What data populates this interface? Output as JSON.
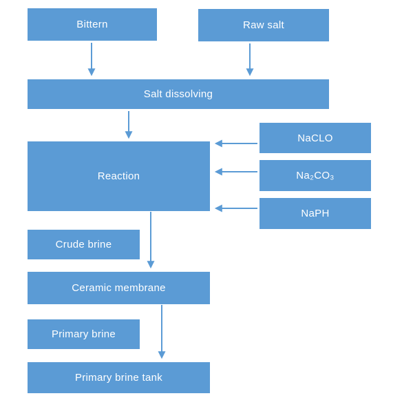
{
  "diagram": {
    "type": "flowchart",
    "colors": {
      "box_fill": "#5b9bd5",
      "arrow": "#5b9bd5",
      "text": "#ffffff",
      "background": "#ffffff"
    },
    "nodes": {
      "bittern": {
        "label": "Bittern"
      },
      "raw_salt": {
        "label": "Raw salt"
      },
      "salt_dissolving": {
        "label": "Salt dissolving"
      },
      "reaction": {
        "label": "Reaction"
      },
      "naclo": {
        "label": "NaCLO"
      },
      "na2co3": {
        "label": "Na₂CO₃"
      },
      "naph": {
        "label": "NaPH"
      },
      "crude_brine": {
        "label": "Crude brine"
      },
      "ceramic_membrane": {
        "label": "Ceramic membrane"
      },
      "primary_brine": {
        "label": "Primary brine"
      },
      "primary_brine_tank": {
        "label": "Primary brine tank"
      }
    },
    "edges": [
      {
        "from": "Bittern",
        "to": "Salt dissolving"
      },
      {
        "from": "Raw salt",
        "to": "Salt dissolving"
      },
      {
        "from": "Salt dissolving",
        "to": "Reaction"
      },
      {
        "from": "NaCLO",
        "to": "Reaction"
      },
      {
        "from": "Na₂CO₃",
        "to": "Reaction"
      },
      {
        "from": "NaPH",
        "to": "Reaction"
      },
      {
        "from": "Reaction",
        "to": "Ceramic membrane"
      },
      {
        "from": "Ceramic membrane",
        "to": "Primary brine tank"
      }
    ]
  }
}
